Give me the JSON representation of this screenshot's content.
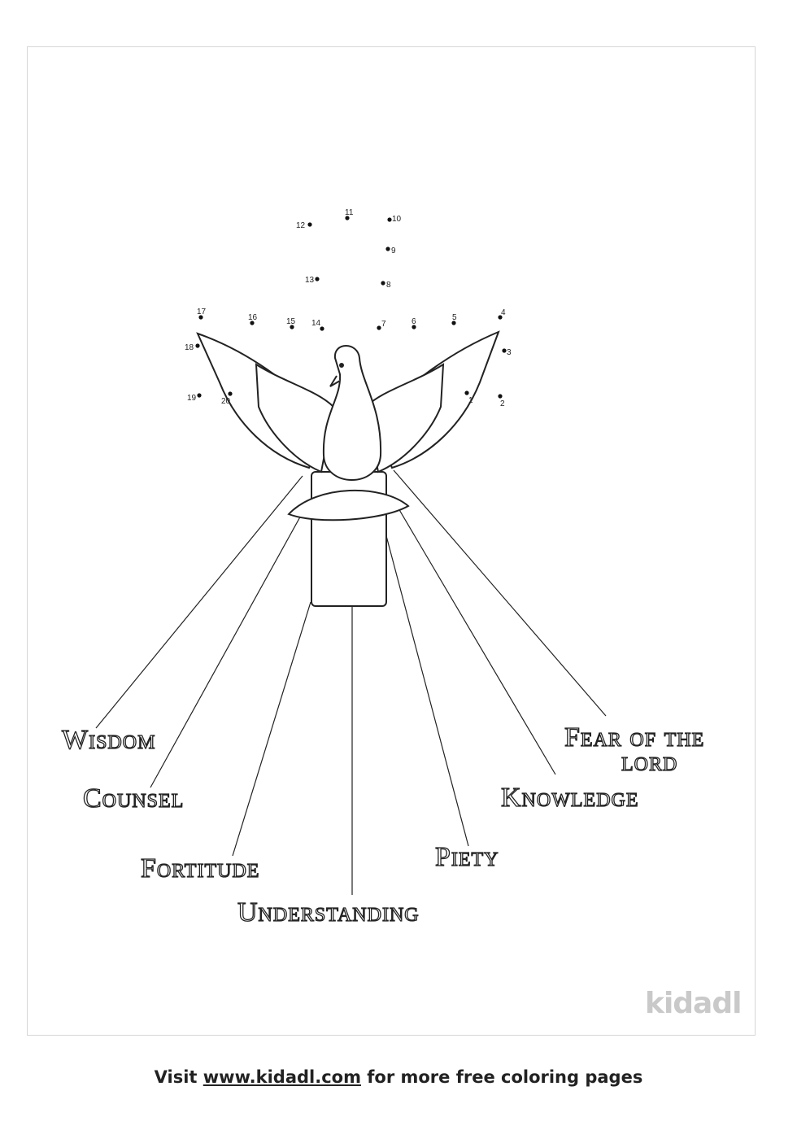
{
  "worksheet": {
    "dot_numbers": [
      "1",
      "2",
      "3",
      "4",
      "5",
      "6",
      "7",
      "8",
      "9",
      "10",
      "11",
      "12",
      "13",
      "14",
      "15",
      "16",
      "17",
      "18",
      "19",
      "20"
    ],
    "gifts": {
      "wisdom": "Wisdom",
      "counsel": "Counsel",
      "fortitude": "Fortitude",
      "understanding": "Understanding",
      "piety": "Piety",
      "knowledge": "Knowledge",
      "fear_line1": "Fear of the",
      "fear_line2": "lord"
    },
    "logo": "kidadl"
  },
  "footer": {
    "prefix": "Visit",
    "link": "www.kidadl.com",
    "suffix": "for more free coloring pages"
  }
}
